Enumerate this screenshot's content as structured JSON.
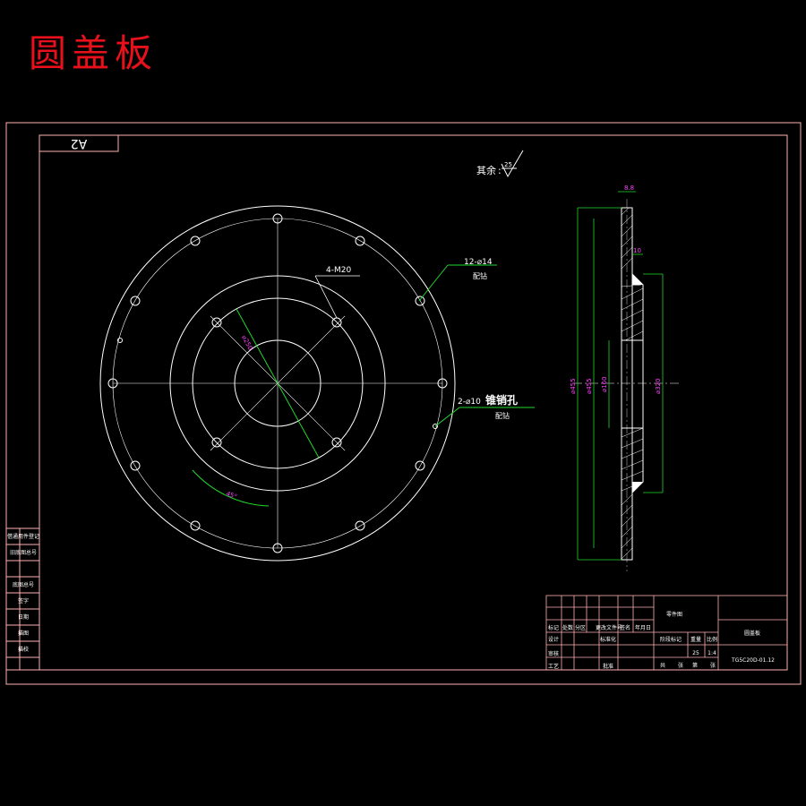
{
  "title": "圆盖板",
  "sheet_size": "A2",
  "surface_note": {
    "label": "其余",
    "roughness": "25"
  },
  "callouts": {
    "holes_outer": {
      "text": "12-⌀14",
      "note": "配钻"
    },
    "tapped": {
      "text": "4-M20"
    },
    "taper_pins": {
      "prefix": "2-⌀10",
      "main": "锥销孔",
      "note": "配钻"
    }
  },
  "section_dims": {
    "thickness": "8.8",
    "step": "10",
    "d_outer": "⌀455",
    "d_mid": "⌀455",
    "d_inner": "⌀160",
    "d_hub": "⌀320"
  },
  "front_dims": {
    "pcd": "⌀250",
    "angle": "45°"
  },
  "title_block": {
    "drawing_type": "零件图",
    "part_name": "圆盖板",
    "drawing_no": "TG5C20D-01.12",
    "scale": "1:4",
    "weight": "25",
    "headers": [
      "标记",
      "处数",
      "分区",
      "更改文件号",
      "签名",
      "年月日"
    ],
    "rows": [
      "设计",
      "审核",
      "工艺"
    ],
    "std_label": "标准化",
    "approve_label": "批准",
    "stage_label": "阶段标记",
    "weight_label": "重量",
    "scale_label": "比例",
    "sheets_label": "共",
    "sheet_label": "张",
    "sheet_of": "第"
  },
  "side_labels": [
    "借通用件登记",
    "旧底图总号",
    "底图总号",
    "签字",
    "日期",
    "描图",
    "描校"
  ]
}
